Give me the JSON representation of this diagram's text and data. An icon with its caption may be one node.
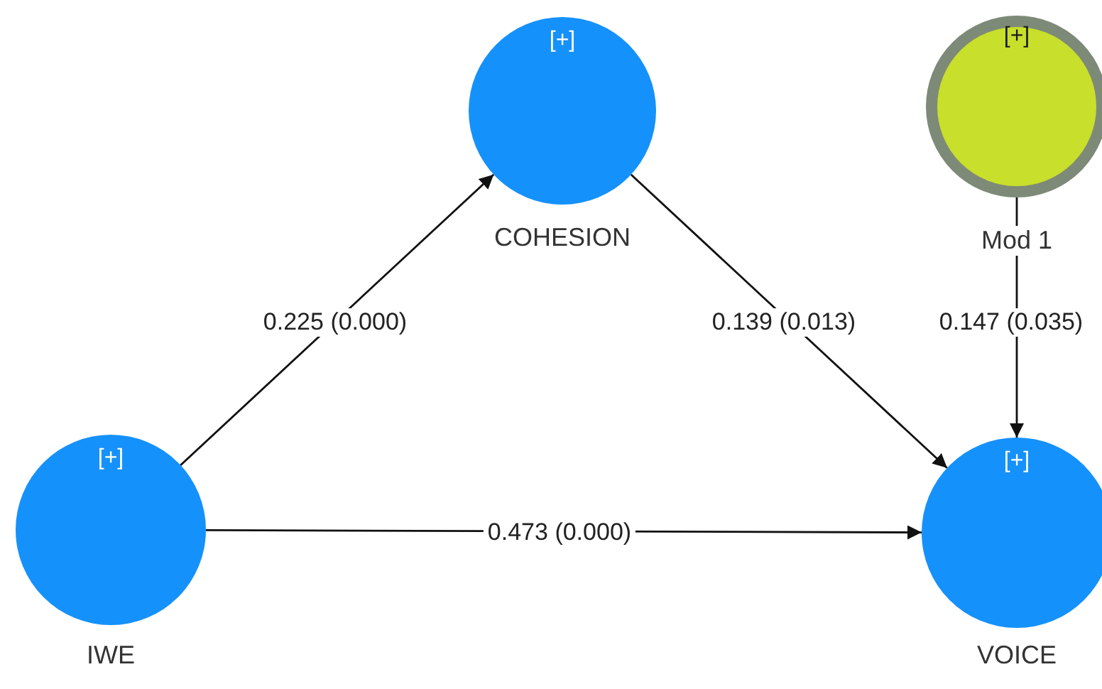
{
  "diagram": {
    "nodes": [
      {
        "text": [
          "[+]",
          "COHESION"
        ]
      },
      {
        "text": [
          "[+]",
          "Mod 1"
        ]
      },
      {
        "text": [
          "[+]",
          "IWE"
        ]
      },
      {
        "text": [
          "[+]",
          "VOICE"
        ]
      }
    ],
    "edges": [
      {
        "from": 2,
        "to": 0,
        "arrow": "to",
        "label": "0.225 (0.000)"
      },
      {
        "from": 0,
        "to": 3,
        "arrow": "to",
        "label": "0.139 (0.013)"
      },
      {
        "from": 1,
        "to": 3,
        "arrow": "to",
        "label": "0.147 (0.035)"
      },
      {
        "from": 2,
        "to": 3,
        "arrow": "to",
        "label": "0.473 (0.000)"
      }
    ]
  }
}
